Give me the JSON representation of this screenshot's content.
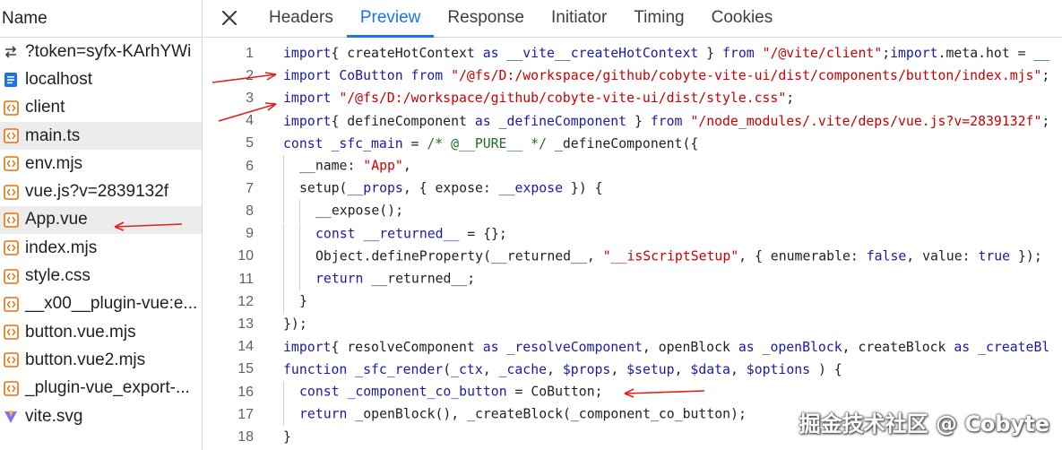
{
  "left": {
    "header": "Name",
    "files": [
      {
        "label": "?token=syfx-KArhYWi",
        "icon": "ws-arrows-icon"
      },
      {
        "label": "localhost",
        "icon": "document-icon"
      },
      {
        "label": "client",
        "icon": "script-file-icon"
      },
      {
        "label": "main.ts",
        "icon": "script-file-icon",
        "highlighted": true
      },
      {
        "label": "env.mjs",
        "icon": "script-file-icon"
      },
      {
        "label": "vue.js?v=2839132f",
        "icon": "script-file-icon"
      },
      {
        "label": "App.vue",
        "icon": "script-file-icon",
        "highlighted": true
      },
      {
        "label": "index.mjs",
        "icon": "script-file-icon"
      },
      {
        "label": "style.css",
        "icon": "script-file-icon"
      },
      {
        "label": "__x00__plugin-vue:e...",
        "icon": "script-file-icon"
      },
      {
        "label": "button.vue.mjs",
        "icon": "script-file-icon"
      },
      {
        "label": "button.vue2.mjs",
        "icon": "script-file-icon"
      },
      {
        "label": "_plugin-vue_export-...",
        "icon": "script-file-icon"
      },
      {
        "label": "vite.svg",
        "icon": "vite-logo-icon"
      }
    ]
  },
  "tabs": {
    "close_icon": "close-icon",
    "items": [
      "Headers",
      "Preview",
      "Response",
      "Initiator",
      "Timing",
      "Cookies"
    ],
    "active": "Preview"
  },
  "code": {
    "lines": [
      {
        "n": "1",
        "indent": 0,
        "tokens": [
          [
            "kw",
            "import"
          ],
          [
            "",
            "{ createHotContext "
          ],
          [
            "kw",
            "as"
          ],
          [
            "nm",
            " __vite__createHotContext"
          ],
          [
            "",
            " } "
          ],
          [
            "kw",
            "from"
          ],
          [
            "str",
            " \"/@vite/client\""
          ],
          [
            "",
            ";"
          ],
          [
            "kw",
            "import"
          ],
          [
            "",
            ".meta.hot = __"
          ]
        ]
      },
      {
        "n": "2",
        "indent": 0,
        "tokens": [
          [
            "kw",
            "import"
          ],
          [
            "nm",
            " CoButton "
          ],
          [
            "kw",
            "from"
          ],
          [
            "str",
            " \"/@fs/D:/workspace/github/cobyte-vite-ui/dist/components/button/index.mjs\""
          ],
          [
            "",
            ";"
          ]
        ]
      },
      {
        "n": "3",
        "indent": 0,
        "tokens": [
          [
            "kw",
            "import"
          ],
          [
            "str",
            " \"/@fs/D:/workspace/github/cobyte-vite-ui/dist/style.css\""
          ],
          [
            "",
            ";"
          ]
        ]
      },
      {
        "n": "4",
        "indent": 0,
        "tokens": [
          [
            "kw",
            "import"
          ],
          [
            "",
            "{ defineComponent "
          ],
          [
            "kw",
            "as"
          ],
          [
            "nm",
            " _defineComponent"
          ],
          [
            "",
            " } "
          ],
          [
            "kw",
            "from"
          ],
          [
            "str",
            " \"/node_modules/.vite/deps/vue.js?v=2839132f\""
          ],
          [
            "",
            ";"
          ]
        ]
      },
      {
        "n": "5",
        "indent": 0,
        "tokens": [
          [
            "kw",
            "const"
          ],
          [
            "nm",
            " _sfc_main"
          ],
          [
            "",
            " = "
          ],
          [
            "com",
            "/* @__PURE__ */"
          ],
          [
            "",
            " _defineComponent({"
          ]
        ]
      },
      {
        "n": "6",
        "indent": 1,
        "tokens": [
          [
            "",
            "__name: "
          ],
          [
            "str",
            "\"App\""
          ],
          [
            "",
            ","
          ]
        ]
      },
      {
        "n": "7",
        "indent": 1,
        "tokens": [
          [
            "",
            "setup("
          ],
          [
            "nm",
            "__props"
          ],
          [
            "",
            ", { expose: "
          ],
          [
            "nm",
            "__expose"
          ],
          [
            "",
            " }) {"
          ]
        ]
      },
      {
        "n": "8",
        "indent": 2,
        "tokens": [
          [
            "",
            "__expose();"
          ]
        ]
      },
      {
        "n": "9",
        "indent": 2,
        "tokens": [
          [
            "kw",
            "const"
          ],
          [
            "nm",
            " __returned__"
          ],
          [
            "",
            " = {};"
          ]
        ]
      },
      {
        "n": "10",
        "indent": 2,
        "tokens": [
          [
            "",
            "Object.defineProperty(__returned__, "
          ],
          [
            "str",
            "\"__isScriptSetup\""
          ],
          [
            "",
            ", { enumerable: "
          ],
          [
            "kw",
            "false"
          ],
          [
            "",
            ", value: "
          ],
          [
            "kw",
            "true"
          ],
          [
            "",
            " });"
          ]
        ]
      },
      {
        "n": "11",
        "indent": 2,
        "tokens": [
          [
            "kw",
            "return"
          ],
          [
            "",
            " __returned__;"
          ]
        ]
      },
      {
        "n": "12",
        "indent": 1,
        "tokens": [
          [
            "",
            "}"
          ]
        ]
      },
      {
        "n": "13",
        "indent": 0,
        "tokens": [
          [
            "",
            "});"
          ]
        ]
      },
      {
        "n": "14",
        "indent": 0,
        "tokens": [
          [
            "kw",
            "import"
          ],
          [
            "",
            "{ resolveComponent "
          ],
          [
            "kw",
            "as"
          ],
          [
            "nm",
            " _resolveComponent"
          ],
          [
            "",
            ", openBlock "
          ],
          [
            "kw",
            "as"
          ],
          [
            "nm",
            " _openBlock"
          ],
          [
            "",
            ", createBlock "
          ],
          [
            "kw",
            "as"
          ],
          [
            "nm",
            " _createBl"
          ]
        ]
      },
      {
        "n": "15",
        "indent": 0,
        "tokens": [
          [
            "kw",
            "function"
          ],
          [
            "nm",
            " _sfc_render"
          ],
          [
            "",
            "("
          ],
          [
            "nm",
            "_ctx"
          ],
          [
            "",
            ", "
          ],
          [
            "nm",
            "_cache"
          ],
          [
            "",
            ", "
          ],
          [
            "nm",
            "$props"
          ],
          [
            "",
            ", "
          ],
          [
            "nm",
            "$setup"
          ],
          [
            "",
            ", "
          ],
          [
            "nm",
            "$data"
          ],
          [
            "",
            ", "
          ],
          [
            "nm",
            "$options"
          ],
          [
            "",
            " ) {"
          ]
        ]
      },
      {
        "n": "16",
        "indent": 1,
        "tokens": [
          [
            "kw",
            "const"
          ],
          [
            "nm",
            " _component_co_button"
          ],
          [
            "",
            " = CoButton;"
          ]
        ]
      },
      {
        "n": "17",
        "indent": 1,
        "tokens": [
          [
            "kw",
            "return"
          ],
          [
            "",
            " _openBlock(), _createBlock(_component_co_button);"
          ]
        ]
      },
      {
        "n": "18",
        "indent": 0,
        "tokens": [
          [
            "",
            "}"
          ]
        ]
      }
    ]
  },
  "watermark": "掘金技术社区 @ Cobyte",
  "colors": {
    "accent": "#1a73e8",
    "arrow": "#e0201b",
    "keyword": "#1a1aa6",
    "string": "#c80000",
    "comment": "#236e25"
  }
}
